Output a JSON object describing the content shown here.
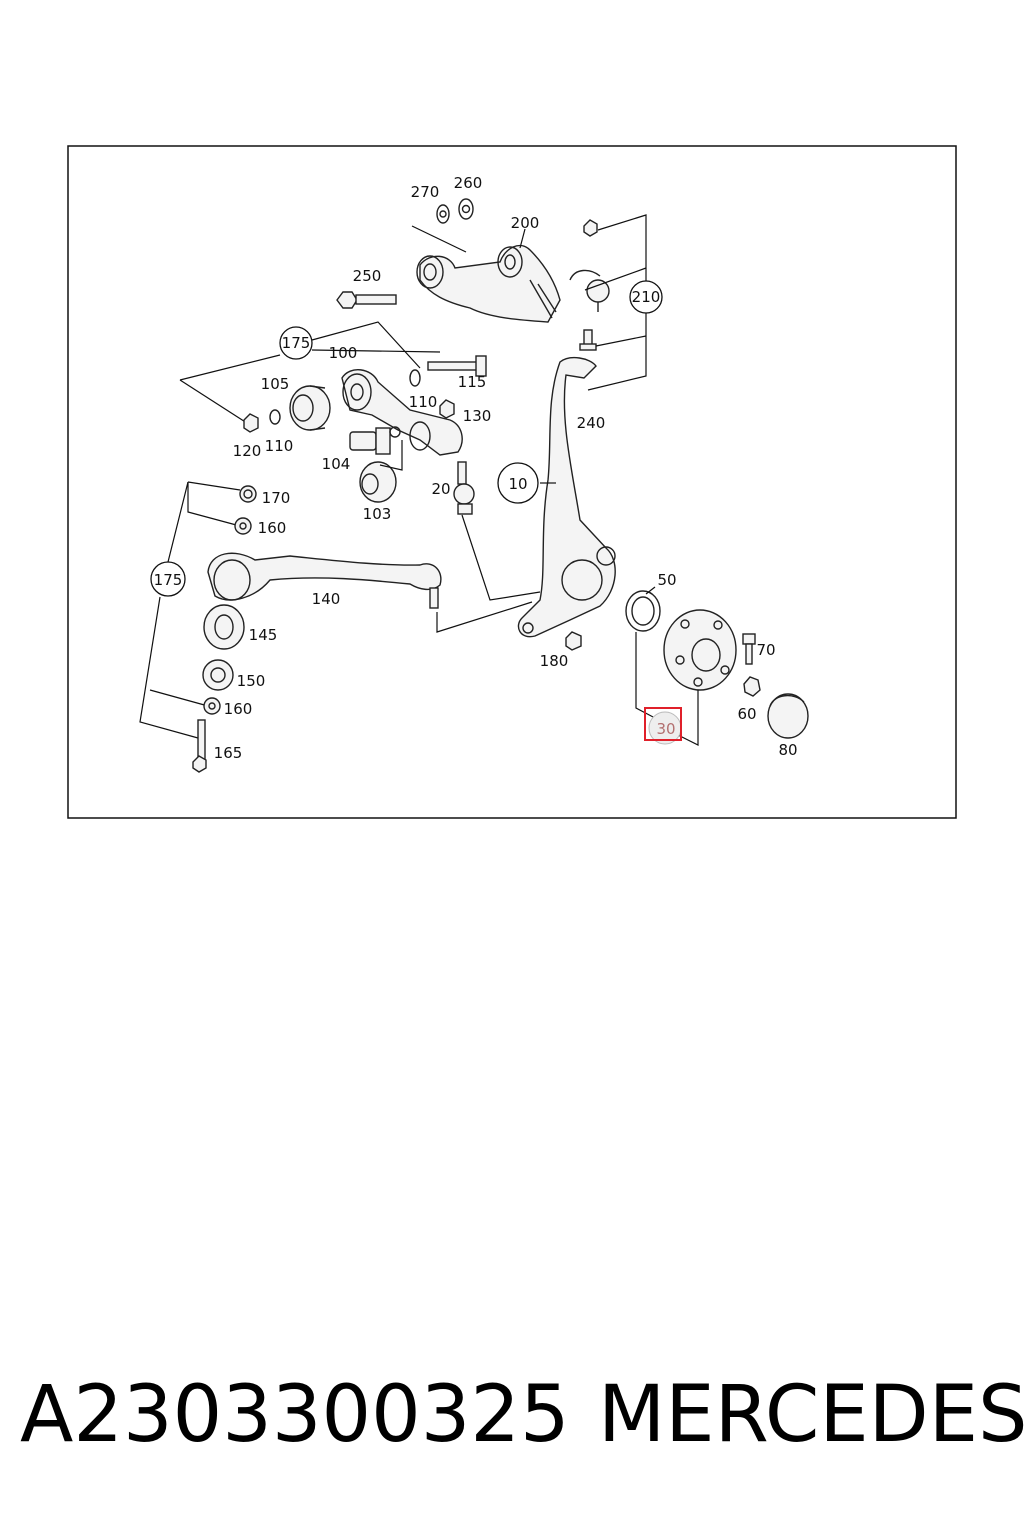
{
  "diagram": {
    "labels": {
      "p270": "270",
      "p260": "260",
      "p200": "200",
      "p250": "250",
      "p210": "210",
      "p175a": "175",
      "p100": "100",
      "p115": "115",
      "p105": "105",
      "p110a": "110",
      "p130": "130",
      "p120": "120",
      "p110b": "110",
      "p104": "104",
      "p240": "240",
      "p20": "20",
      "p10": "10",
      "p103": "103",
      "p170": "170",
      "p160a": "160",
      "p175b": "175",
      "p140": "140",
      "p50": "50",
      "p145": "145",
      "p70": "70",
      "p180": "180",
      "p150": "150",
      "p60": "60",
      "p160b": "160",
      "p30": "30",
      "p80": "80",
      "p165": "165"
    },
    "highlight_color": "#e0202a"
  },
  "caption": {
    "part_number": "A2303300325",
    "brand": "MERCEDES"
  }
}
